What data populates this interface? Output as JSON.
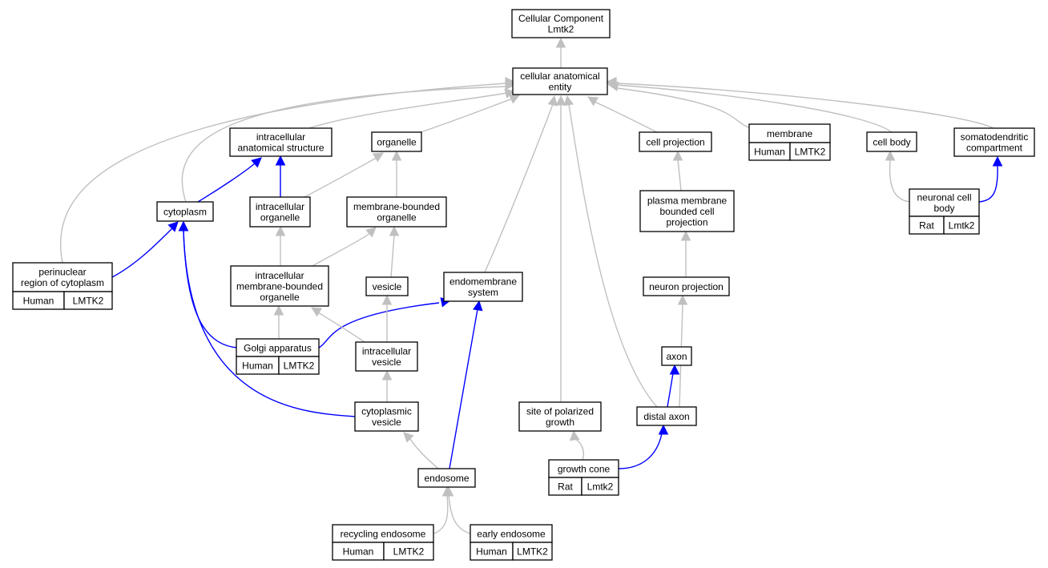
{
  "colors": {
    "is_a": "#c0c0c0",
    "part_of": "#0000ff",
    "Human": "#f4634d",
    "Rat": "#ffd700"
  },
  "nodes": {
    "cc_lmtk2": [
      "Cellular Component",
      "Lmtk2"
    ],
    "cae": [
      "cellular anatomical",
      "entity"
    ],
    "ias": [
      "intracellular",
      "anatomical structure"
    ],
    "organelle": [
      "organelle"
    ],
    "cellproj": [
      "cell projection"
    ],
    "membrane": [
      "membrane"
    ],
    "cellbody": [
      "cell body"
    ],
    "somato": [
      "somatodendritic",
      "compartment"
    ],
    "cytoplasm": [
      "cytoplasm"
    ],
    "icorg": [
      "intracellular",
      "organelle"
    ],
    "mbo": [
      "membrane-bounded",
      "organelle"
    ],
    "pmbcp": [
      "plasma membrane",
      "bounded cell",
      "projection"
    ],
    "ncb": [
      "neuronal cell",
      "body"
    ],
    "perinuc": [
      "perinuclear",
      "region of cytoplasm"
    ],
    "imbo": [
      "intracellular",
      "membrane-bounded",
      "organelle"
    ],
    "vesicle": [
      "vesicle"
    ],
    "endomem": [
      "endomembrane",
      "system"
    ],
    "neuproj": [
      "neuron projection"
    ],
    "golgi": [
      "Golgi apparatus"
    ],
    "icves": [
      "intracellular",
      "vesicle"
    ],
    "axon": [
      "axon"
    ],
    "cytves": [
      "cytoplasmic",
      "vesicle"
    ],
    "spg": [
      "site of polarized",
      "growth"
    ],
    "distax": [
      "distal axon"
    ],
    "gcone": [
      "growth cone"
    ],
    "endosome": [
      "endosome"
    ],
    "recyc": [
      "recycling endosome"
    ],
    "early": [
      "early endosome"
    ]
  },
  "annotations": {
    "membrane": [
      "Human",
      "LMTK2"
    ],
    "ncb": [
      "Rat",
      "Lmtk2"
    ],
    "perinuc": [
      "Human",
      "LMTK2"
    ],
    "golgi": [
      "Human",
      "LMTK2"
    ],
    "gcone": [
      "Rat",
      "Lmtk2"
    ],
    "recyc": [
      "Human",
      "LMTK2"
    ],
    "early": [
      "Human",
      "LMTK2"
    ]
  }
}
